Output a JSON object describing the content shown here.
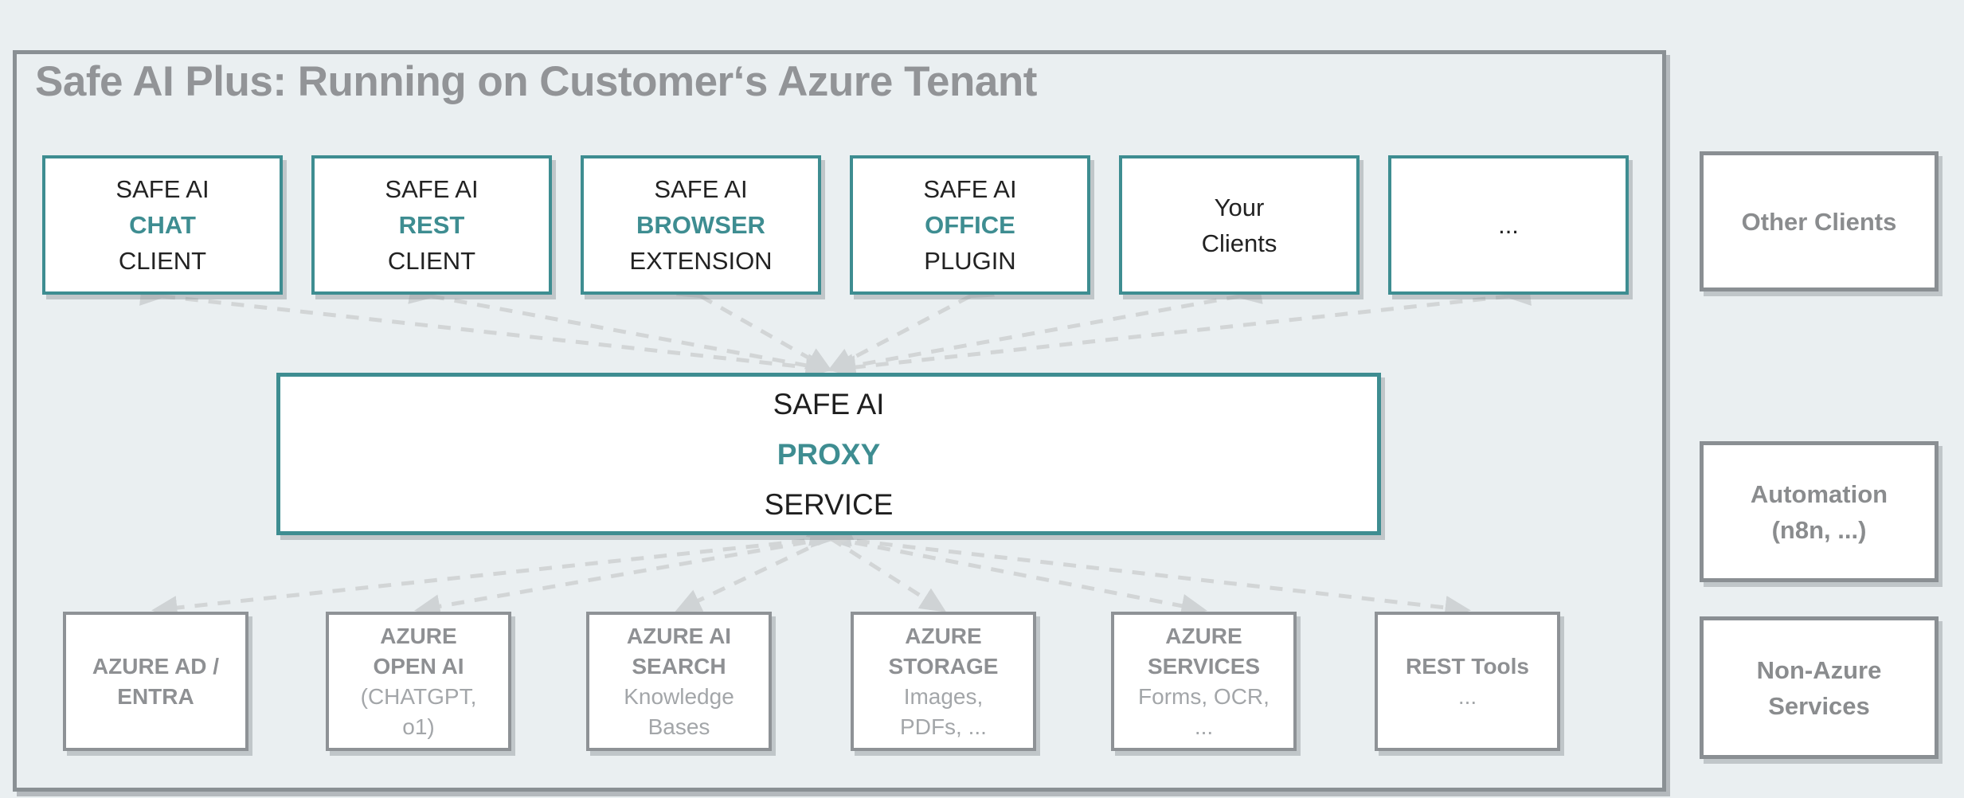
{
  "title": "Safe AI Plus: Running on Customer‘s Azure Tenant",
  "colors": {
    "accent_teal": "#3E8D91",
    "gray_border": "#8A9094",
    "gray_text_bold": "#8E9093",
    "gray_text_regular": "#A3A6A9",
    "title_gray": "#929497",
    "background": "#EAEFF1",
    "connector_dash": "#D2D5D6",
    "box_background": "#FFFFFF"
  },
  "client_boxes": [
    {
      "lines": [
        "SAFE AI",
        "CHAT",
        "CLIENT"
      ]
    },
    {
      "lines": [
        "SAFE AI",
        "REST",
        "CLIENT"
      ]
    },
    {
      "lines": [
        "SAFE AI",
        "BROWSER",
        "EXTENSION"
      ]
    },
    {
      "lines": [
        "SAFE AI",
        "OFFICE",
        "PLUGIN"
      ]
    },
    {
      "lines": [
        "Your",
        "Clients"
      ]
    },
    {
      "lines": [
        "..."
      ]
    }
  ],
  "proxy_box": {
    "lines": [
      "SAFE AI",
      "PROXY",
      "SERVICE"
    ]
  },
  "service_boxes": [
    {
      "lines": [
        "AZURE AD /",
        "ENTRA"
      ]
    },
    {
      "lines": [
        "AZURE",
        "OPEN AI",
        "(CHATGPT,",
        "o1)"
      ]
    },
    {
      "lines": [
        "AZURE AI",
        "SEARCH",
        "Knowledge",
        "Bases"
      ]
    },
    {
      "lines": [
        "AZURE",
        "STORAGE",
        "Images,",
        "PDFs, ..."
      ]
    },
    {
      "lines": [
        "AZURE",
        "SERVICES",
        "Forms, OCR,",
        "..."
      ]
    },
    {
      "lines": [
        "REST Tools",
        "..."
      ]
    }
  ],
  "external_boxes": [
    {
      "lines": [
        "Other Clients"
      ]
    },
    {
      "lines": [
        "Automation",
        "(n8n, ...)"
      ]
    },
    {
      "lines": [
        "Non-Azure",
        "Services"
      ]
    }
  ]
}
